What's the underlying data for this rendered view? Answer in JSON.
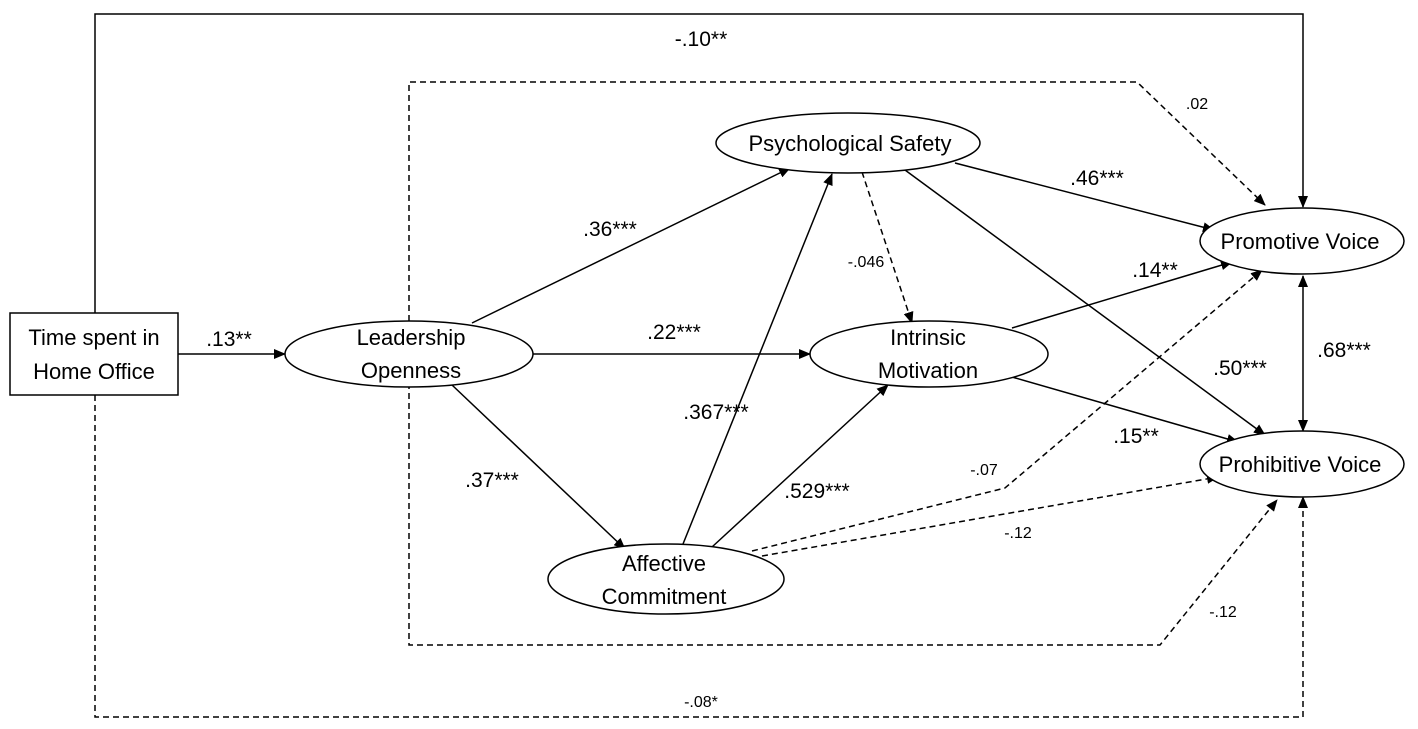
{
  "nodes": {
    "time": {
      "line1": "Time spent in",
      "line2": "Home Office"
    },
    "leadership": {
      "line1": "Leadership",
      "line2": "Openness"
    },
    "psych_safety": {
      "label": "Psychological Safety"
    },
    "intrinsic": {
      "line1": "Intrinsic",
      "line2": "Motivation"
    },
    "affective": {
      "line1": "Affective",
      "line2": "Commitment"
    },
    "promotive": {
      "label": "Promotive Voice"
    },
    "prohibitive": {
      "label": "Prohibitive Voice"
    }
  },
  "edges": [
    {
      "id": "time-promotive",
      "from": "Time spent in Home Office",
      "to": "Promotive Voice",
      "label": "-.10**",
      "style": "solid"
    },
    {
      "id": "time-prohibitive",
      "from": "Time spent in Home Office",
      "to": "Prohibitive Voice",
      "label": "-.08*",
      "style": "dashed"
    },
    {
      "id": "time-leadership",
      "from": "Time spent in Home Office",
      "to": "Leadership Openness",
      "label": ".13**",
      "style": "solid"
    },
    {
      "id": "leadership-psych",
      "from": "Leadership Openness",
      "to": "Psychological Safety",
      "label": ".36***",
      "style": "solid"
    },
    {
      "id": "leadership-intrinsic",
      "from": "Leadership Openness",
      "to": "Intrinsic Motivation",
      "label": ".22***",
      "style": "solid"
    },
    {
      "id": "leadership-affective",
      "from": "Leadership Openness",
      "to": "Affective Commitment",
      "label": ".37***",
      "style": "solid"
    },
    {
      "id": "affective-psych",
      "from": "Affective Commitment",
      "to": "Psychological Safety",
      "label": ".367***",
      "style": "solid"
    },
    {
      "id": "affective-intrinsic",
      "from": "Affective Commitment",
      "to": "Intrinsic Motivation",
      "label": ".529***",
      "style": "solid"
    },
    {
      "id": "psych-intrinsic",
      "from": "Psychological Safety",
      "to": "Intrinsic Motivation",
      "label": "-.046",
      "style": "dashed"
    },
    {
      "id": "psych-promotive",
      "from": "Psychological Safety",
      "to": "Promotive Voice",
      "label": ".46***",
      "style": "solid"
    },
    {
      "id": "psych-prohibitive",
      "from": "Psychological Safety",
      "to": "Prohibitive Voice",
      "label": ".50***",
      "style": "solid"
    },
    {
      "id": "intrinsic-promotive",
      "from": "Intrinsic Motivation",
      "to": "Promotive Voice",
      "label": ".14**",
      "style": "solid"
    },
    {
      "id": "intrinsic-prohibitive",
      "from": "Intrinsic Motivation",
      "to": "Prohibitive Voice",
      "label": ".15**",
      "style": "solid"
    },
    {
      "id": "promotive-prohibitive",
      "from": "Promotive Voice",
      "to": "Prohibitive Voice",
      "label": ".68***",
      "style": "solid-bidirectional"
    },
    {
      "id": "leadership-promotive",
      "from": "Leadership Openness",
      "to": "Promotive Voice",
      "label": ".02",
      "style": "dashed"
    },
    {
      "id": "leadership-prohibitive",
      "from": "Leadership Openness",
      "to": "Prohibitive Voice",
      "label": "-.12",
      "style": "dashed"
    },
    {
      "id": "affective-promotive",
      "from": "Affective Commitment",
      "to": "Promotive Voice",
      "label": "-.07",
      "style": "dashed"
    },
    {
      "id": "affective-prohibitive",
      "from": "Affective Commitment",
      "to": "Prohibitive Voice",
      "label": "-.12",
      "style": "dashed"
    }
  ]
}
